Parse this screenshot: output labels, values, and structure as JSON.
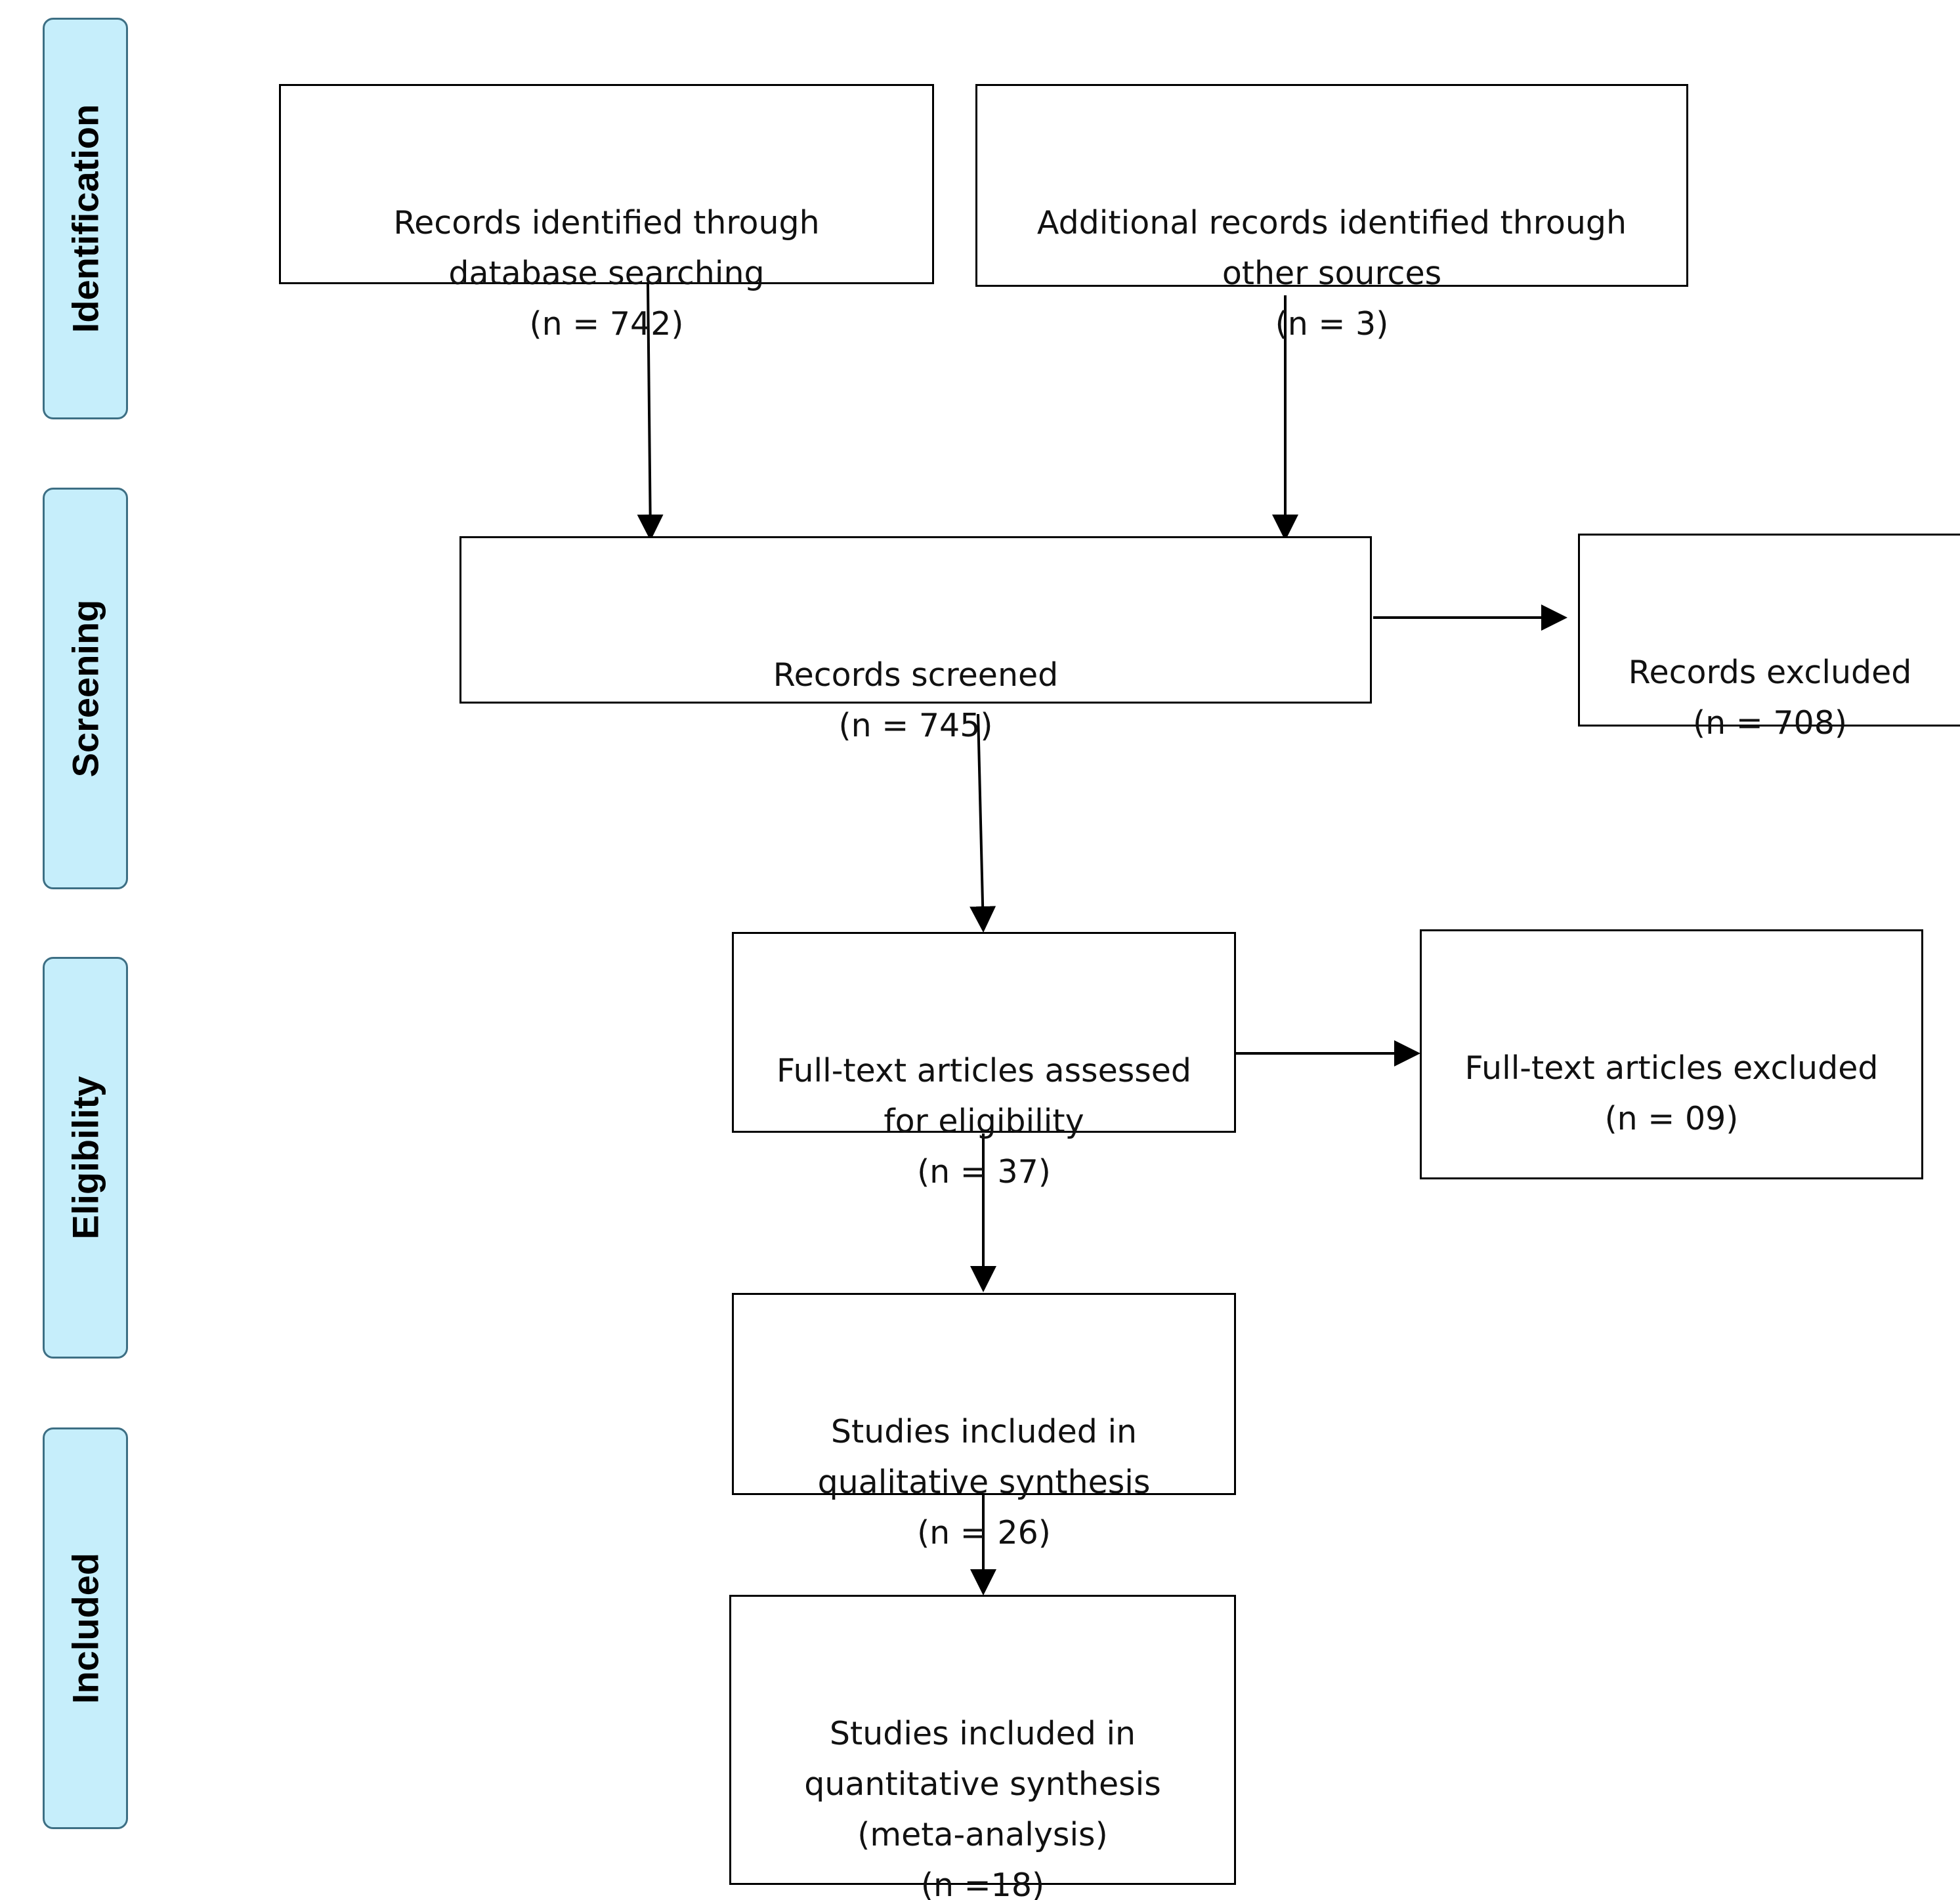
{
  "phases": {
    "identification": "Identification",
    "screening": "Screening",
    "eligibility": "Eligibility",
    "included": "Included"
  },
  "boxes": {
    "db_search": {
      "line1": "Records identified through",
      "line2": "database searching",
      "count": "(n = 742)"
    },
    "other_sources": {
      "line1": "Additional records identified through",
      "line2": "other sources",
      "count": "(n = 3)"
    },
    "screened": {
      "line1": "Records screened",
      "count": "(n = 745)"
    },
    "excluded": {
      "line1": "Records excluded",
      "count": "(n = 708)"
    },
    "fulltext": {
      "line1": "Full-text articles assessed",
      "line2": "for eligibility",
      "count": "(n = 37)"
    },
    "fulltext_excluded": {
      "line1": "Full-text articles excluded",
      "count": "(n = 09)"
    },
    "qualitative": {
      "line1": "Studies included in",
      "line2": "qualitative synthesis",
      "count": "(n = 26)"
    },
    "quantitative": {
      "line1": "Studies included in",
      "line2": "quantitative synthesis",
      "line3": "(meta-analysis)",
      "count": "(n =18)"
    }
  },
  "colors": {
    "phase_fill": "#c6eefb",
    "phase_border": "#3d6f84",
    "box_border": "#000000",
    "arrow": "#000000"
  }
}
